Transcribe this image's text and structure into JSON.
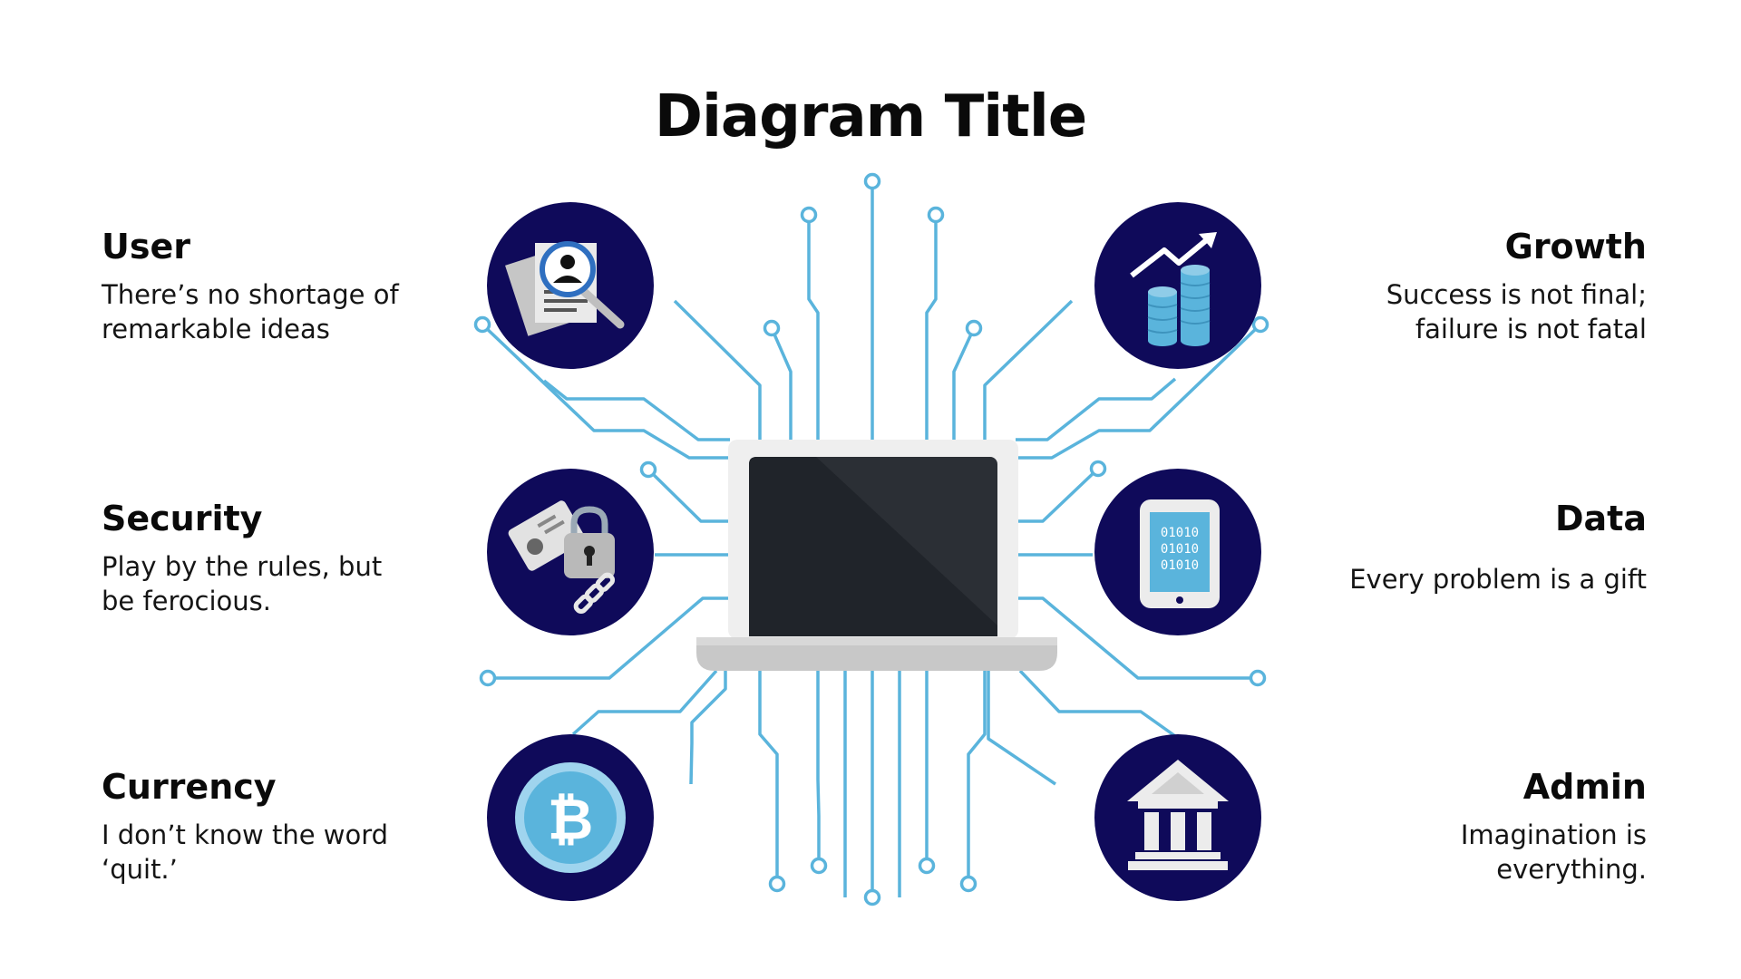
{
  "title": "Diagram Title",
  "colors": {
    "circle": "#0f0a5a",
    "trace": "#5ab4dc",
    "laptop_body": "#efefef",
    "laptop_base": "#c8c8c8",
    "screen": "#22262c",
    "icon_blue": "#5ab4dc",
    "icon_grey": "#d9d9d9"
  },
  "nodes": {
    "user": {
      "title": "User",
      "text": "There’s no shortage of\nremarkable ideas",
      "icon": "user-search-icon"
    },
    "security": {
      "title": "Security",
      "text": "Play by the rules, but\nbe ferocious.",
      "icon": "id-card-padlock-icon"
    },
    "currency": {
      "title": "Currency",
      "text": "I don’t know the word\n‘quit.’",
      "icon": "bitcoin-icon"
    },
    "growth": {
      "title": "Growth",
      "text": "Success is not final;\nfailure is not fatal",
      "icon": "growth-chart-icon"
    },
    "data": {
      "title": "Data",
      "text": "Every problem is a gift",
      "icon": "binary-tablet-icon"
    },
    "admin": {
      "title": "Admin",
      "text": "Imagination is\neverything.",
      "icon": "bank-building-icon"
    }
  },
  "tablet_binary": [
    "01010",
    "01010",
    "01010"
  ],
  "center": {
    "icon": "laptop-icon"
  }
}
